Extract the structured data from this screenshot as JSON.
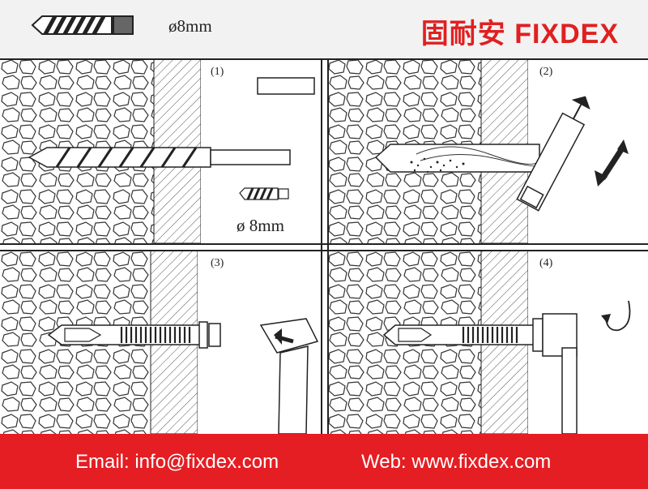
{
  "header": {
    "diameter": "ø8mm",
    "brand": "固耐安 FIXDEX"
  },
  "steps": [
    {
      "label": "(1)",
      "diameter": "ø 8mm"
    },
    {
      "label": "(2)"
    },
    {
      "label": "(3)"
    },
    {
      "label": "(4)"
    }
  ],
  "footer": {
    "email": "Email: info@fixdex.com",
    "web": "Web: www.fixdex.com"
  },
  "colors": {
    "brand_red": "#e41e23",
    "line": "#222222"
  },
  "icons": [
    "drill-bit-icon",
    "blow-pump-icon",
    "hammer-icon",
    "wrench-icon",
    "rotate-arrow-icon"
  ]
}
